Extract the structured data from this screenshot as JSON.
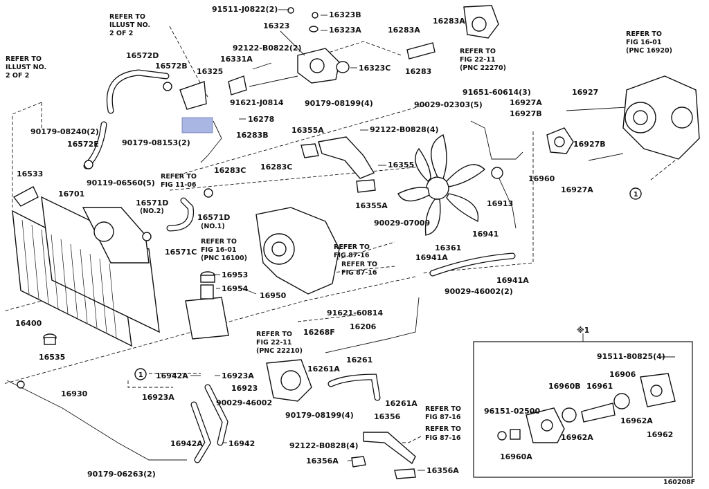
{
  "diagram": {
    "drawing_number": "160208F",
    "note_symbol": "※1",
    "circle_ref": "1",
    "refs": {
      "illust_a": [
        "REFER TO",
        "ILLUST NO.",
        "2 OF 2"
      ],
      "illust_b": [
        "REFER TO",
        "ILLUST NO.",
        "2 OF 2"
      ],
      "fig_22_11_a": [
        "REFER TO",
        "FIG 22-11",
        "(PNC 22270)"
      ],
      "fig_16_01_a": [
        "REFER TO",
        "FIG 16-01",
        "(PNC 16920)"
      ],
      "fig_11_06": [
        "REFER TO",
        "FIG 11-06"
      ],
      "fig_16_01_b": [
        "REFER TO",
        "FIG 16-01",
        "(PNC 16100)"
      ],
      "fig_87_16_a": [
        "REFER TO",
        "FIG 87-16"
      ],
      "fig_87_16_b": [
        "REFER TO",
        "FIG 87-16"
      ],
      "fig_22_11_b": [
        "REFER TO",
        "FIG 22-11",
        "(PNC 22210)"
      ],
      "fig_87_16_c": [
        "REFER TO",
        "FIG 87-16"
      ],
      "fig_87_16_d": [
        "REFER TO",
        "FIG 87-16"
      ]
    },
    "parts": {
      "p91511_j0822": "91511-J0822(2)",
      "p16323b": "16323B",
      "p16323": "16323",
      "p16323a": "16323A",
      "p16283a_1": "16283A",
      "p16283a_2": "16283A",
      "p92122_b0822": "92122-B0822(2)",
      "p16331a": "16331A",
      "p16323c": "16323C",
      "p16283": "16283",
      "p16572d": "16572D",
      "p16572b": "16572B",
      "p16325": "16325",
      "p91621_j0814": "91621-J0814",
      "p16278": "16278",
      "p90179_08240": "90179-08240(2)",
      "p90179_08153": "90179-08153(2)",
      "p16572e": "16572E",
      "p16283b": "16283B",
      "p16283c_1": "16283C",
      "p16283c_2": "16283C",
      "p90179_08199_4a": "90179-08199(4)",
      "p90029_02303": "90029-02303(5)",
      "p91651_60614": "91651-60614(3)",
      "p16927": "16927",
      "p16927a_1": "16927A",
      "p16927b_1": "16927B",
      "p92122_b0828_a": "92122-B0828(4)",
      "p16355a_1": "16355A",
      "p16355": "16355",
      "p16355a_2": "16355A",
      "p16927b_2": "16927B",
      "p16960": "16960",
      "p16927a_2": "16927A",
      "p16913": "16913",
      "p90029_07009": "90029-07009",
      "p16533": "16533",
      "p90119_06560": "90119-06560(5)",
      "p16701": "16701",
      "p16571d_1": "16571D",
      "p16571d_1_note": "(NO.2)",
      "p16571d_2": "16571D",
      "p16571d_2_note": "(NO.1)",
      "p16571c": "16571C",
      "p16361": "16361",
      "p16941": "16941",
      "p16941a_1": "16941A",
      "p16941a_2": "16941A",
      "p90029_46002_2": "90029-46002(2)",
      "p16953": "16953",
      "p16954": "16954",
      "p16950": "16950",
      "p16400": "16400",
      "p16535": "16535",
      "p91621_60814": "91621-60814",
      "p16206": "16206",
      "p16268f": "16268F",
      "p16261": "16261",
      "p16261a_1": "16261A",
      "p16261a_2": "16261A",
      "p16942a_1": "16942A",
      "p16923a_1": "16923A",
      "p16923": "16923",
      "p16923a_2": "16923A",
      "p90029_46002": "90029-46002",
      "p16930": "16930",
      "p90179_08199_4b": "90179-08199(4)",
      "p16356": "16356",
      "p92122_b0828_b": "92122-B0828(4)",
      "p16942a_2": "16942A",
      "p16942": "16942",
      "p16356a_1": "16356A",
      "p16356a_2": "16356A",
      "p90179_06263": "90179-06263(2)",
      "p91511_80825": "91511-80825(4)",
      "p16906": "16906",
      "p16960b": "16960B",
      "p16961": "16961",
      "p96151_02500": "96151-02500",
      "p16962a_1": "16962A",
      "p16962a_2": "16962A",
      "p16962": "16962",
      "p16960a": "16960A"
    }
  }
}
